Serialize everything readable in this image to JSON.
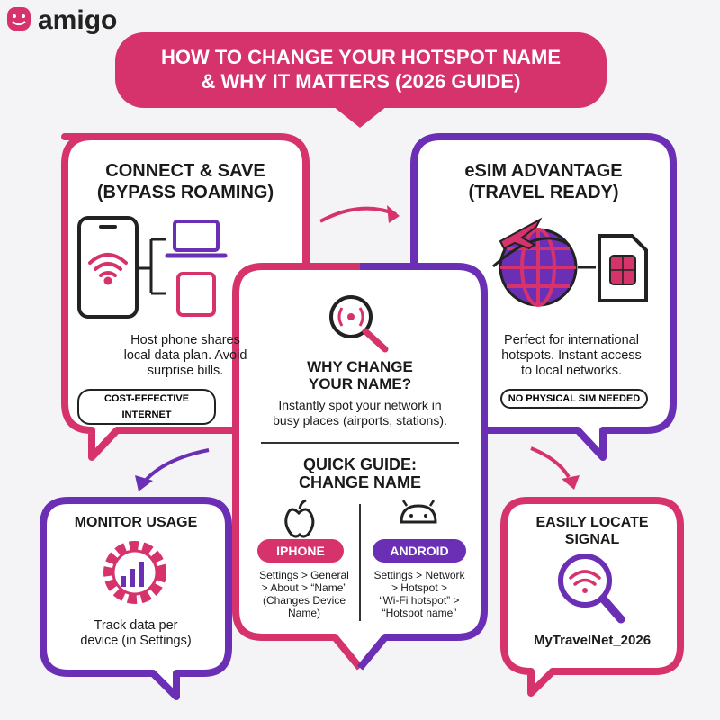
{
  "brand": {
    "name": "amigo",
    "color": "#d6336c"
  },
  "banner": {
    "line1": "HOW TO CHANGE YOUR HOTSPOT NAME",
    "line2": "& WHY IT MATTERS (2026 GUIDE)"
  },
  "colors": {
    "pink": "#d6336c",
    "purple": "#6a2fb5",
    "dark": "#222222"
  },
  "connect": {
    "title1": "CONNECT & SAVE",
    "title2": "(BYPASS ROAMING)",
    "body1": "Host phone shares",
    "body2": "local data plan. Avoid",
    "body3": "surprise bills.",
    "pill": "COST-EFFECTIVE INTERNET"
  },
  "esim": {
    "title1": "eSIM ADVANTAGE",
    "title2": "(TRAVEL READY)",
    "body1": "Perfect for international",
    "body2": "hotspots. Instant access",
    "body3": "to local networks.",
    "pill": "NO PHYSICAL SIM NEEDED"
  },
  "why": {
    "title1": "WHY CHANGE",
    "title2": "YOUR NAME?",
    "body1": "Instantly spot your network in",
    "body2": "busy places (airports, stations)."
  },
  "guide": {
    "title1": "QUICK GUIDE:",
    "title2": "CHANGE NAME",
    "iphone_label": "IPHONE",
    "iphone_steps": [
      "Settings > General",
      "> About > “Name”",
      "(Changes Device",
      "Name)"
    ],
    "android_label": "ANDROID",
    "android_steps": [
      "Settings > Network",
      "> Hotspot >",
      "“Wi-Fi hotspot” >",
      "“Hotspot name”"
    ]
  },
  "monitor": {
    "title": "MONITOR USAGE",
    "body1": "Track data per",
    "body2": "device (in Settings)"
  },
  "locate": {
    "title1": "EASILY LOCATE",
    "title2": "SIGNAL",
    "network": "MyTravelNet_2026"
  },
  "icons": [
    "smile-logo-icon",
    "wifi-icon",
    "laptop-icon",
    "tablet-icon",
    "airplane-icon",
    "globe-icon",
    "sim-card-icon",
    "search-signal-icon",
    "apple-icon",
    "android-icon",
    "gear-chart-icon",
    "search-wifi-icon",
    "arrow-icon"
  ]
}
